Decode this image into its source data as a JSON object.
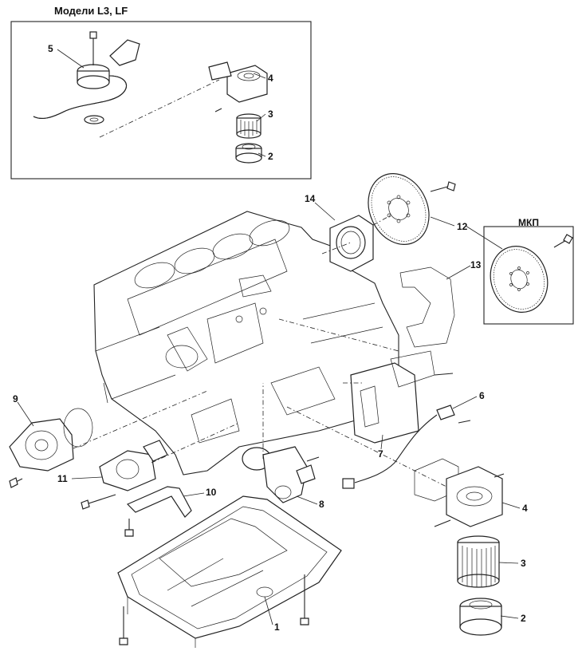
{
  "inset": {
    "title": "Модели L3, LF",
    "callouts": [
      "5",
      "4",
      "3",
      "2"
    ]
  },
  "mkp": {
    "title": "МКП",
    "callouts": []
  },
  "main_callouts": [
    "14",
    "12",
    "13",
    "6",
    "7",
    "9",
    "11",
    "10",
    "8",
    "4",
    "3",
    "1",
    "2"
  ],
  "parts": [
    "oil-pan",
    "oil-filter-element",
    "oil-filter-cover",
    "oil-filter-body",
    "oil-cooler",
    "crank-position-sensor",
    "sensor-plate",
    "thermostat-housing",
    "water-pump",
    "oil-pump-bracket",
    "oil-pump",
    "flywheel",
    "rear-cover-gasket",
    "rear-oil-seal-housing",
    "cylinder-block",
    "flywheel-manual"
  ]
}
